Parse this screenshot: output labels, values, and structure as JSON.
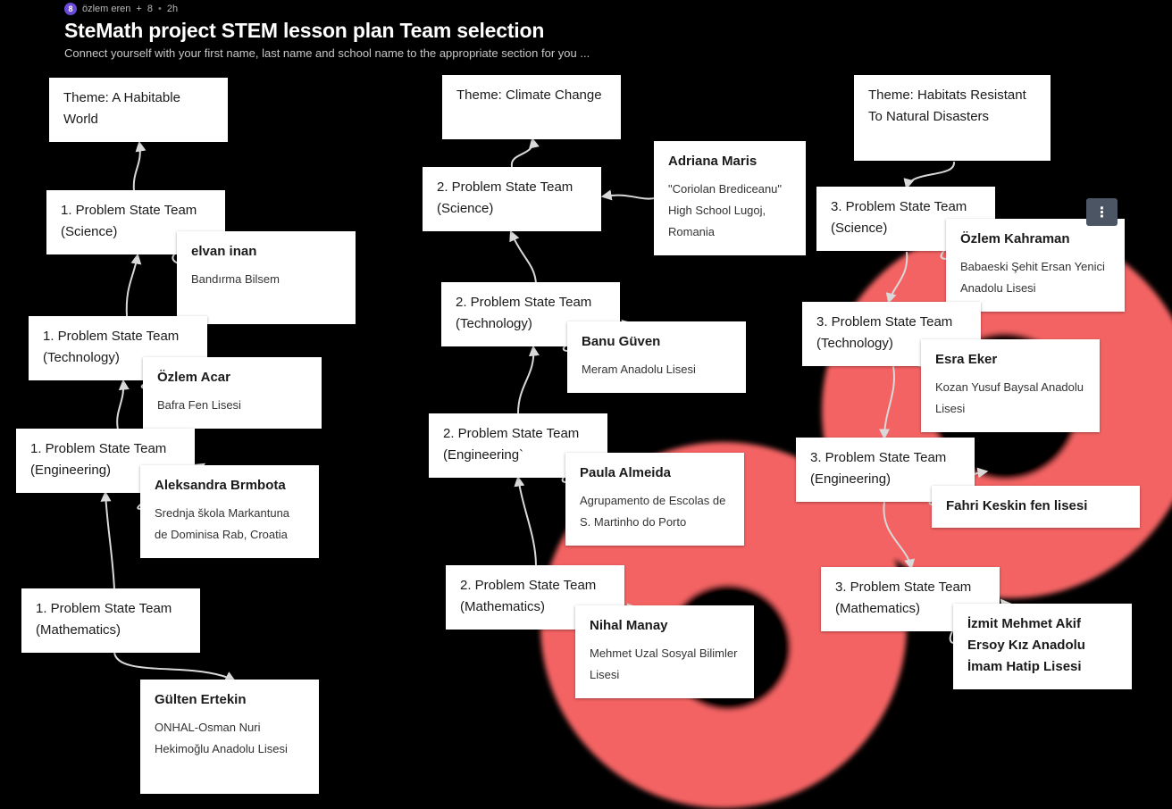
{
  "header": {
    "avatar_initial": "8",
    "author": "özlem eren",
    "likes_count": "8",
    "time_ago": "2h",
    "title": "SteMath project STEM lesson plan Team selection",
    "subtitle": "Connect yourself with your first name, last name and school name to the appropriate section for you ..."
  },
  "colors": {
    "background": "#000000",
    "blob": "#f46464",
    "card": "#ffffff",
    "connector": "#d9d9d9",
    "menu_button": "#4b5563"
  },
  "icons": {
    "menu": "more-vertical-icon",
    "plus": "plus-icon"
  },
  "columns": [
    {
      "theme": "Theme: A Habitable World",
      "teams": [
        "1. Problem State Team (Science)",
        "1. Problem State Team (Technology)",
        "1. Problem State Team (Engineering)",
        "1. Problem State Team (Mathematics)"
      ],
      "people": [
        {
          "name": "elvan inan",
          "school": "Bandırma Bilsem"
        },
        {
          "name": "Özlem Acar",
          "school": "Bafra Fen Lisesi"
        },
        {
          "name": "Aleksandra Brmbota",
          "school": "Srednja škola Markantuna de Dominisa Rab, Croatia"
        },
        {
          "name": "Gülten Ertekin",
          "school": "ONHAL-Osman Nuri Hekimoğlu Anadolu Lisesi"
        }
      ]
    },
    {
      "theme": "Theme: Climate Change",
      "teams": [
        "2. Problem State Team (Science)",
        "2. Problem State Team (Technology)",
        "2. Problem State Team (Engineering`",
        "2. Problem State Team (Mathematics)"
      ],
      "people": [
        {
          "name": "Adriana Maris",
          "school": "\"Coriolan Brediceanu\" High School Lugoj, Romania"
        },
        {
          "name": "Banu Güven",
          "school": "Meram Anadolu Lisesi"
        },
        {
          "name": "Paula Almeida",
          "school": "Agrupamento de Escolas de S. Martinho do Porto"
        },
        {
          "name": "Nihal Manay",
          "school": "Mehmet Uzal Sosyal Bilimler Lisesi"
        }
      ]
    },
    {
      "theme": "Theme: Habitats Resistant To Natural Disasters",
      "teams": [
        "3. Problem State Team (Science)",
        "3. Problem State Team (Technology)",
        "3. Problem State Team (Engineering)",
        "3. Problem State Team (Mathematics)"
      ],
      "people": [
        {
          "name": "Özlem Kahraman",
          "school": "Babaeski Şehit Ersan Yenici Anadolu Lisesi"
        },
        {
          "name": "Esra Eker",
          "school": "Kozan Yusuf Baysal Anadolu Lisesi"
        },
        {
          "name": "Fahri Keskin fen lisesi",
          "school": ""
        },
        {
          "name": "İzmit Mehmet Akif Ersoy Kız Anadolu İmam Hatip Lisesi",
          "school": ""
        }
      ]
    }
  ]
}
